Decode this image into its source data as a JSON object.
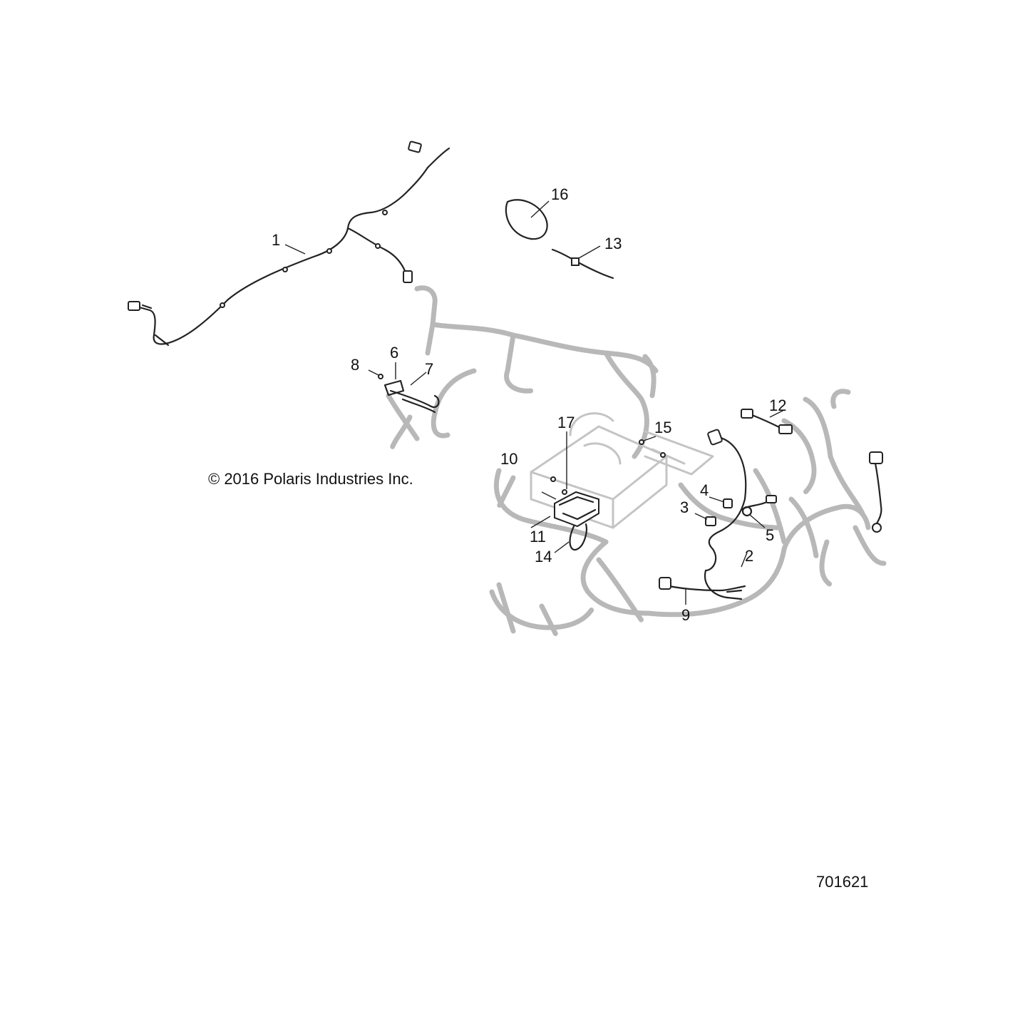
{
  "copyright": "© 2016 Polaris Industries Inc.",
  "figure_number": "701621",
  "callouts": {
    "c1": "1",
    "c2": "2",
    "c3": "3",
    "c4": "4",
    "c5": "5",
    "c6": "6",
    "c7": "7",
    "c8": "8",
    "c9": "9",
    "c10": "10",
    "c11": "11",
    "c12": "12",
    "c13": "13",
    "c14": "14",
    "c15": "15",
    "c16": "16",
    "c17": "17"
  },
  "colors": {
    "part_line": "#222222",
    "background_assembly": "#b8b8b8",
    "text": "#111111"
  }
}
